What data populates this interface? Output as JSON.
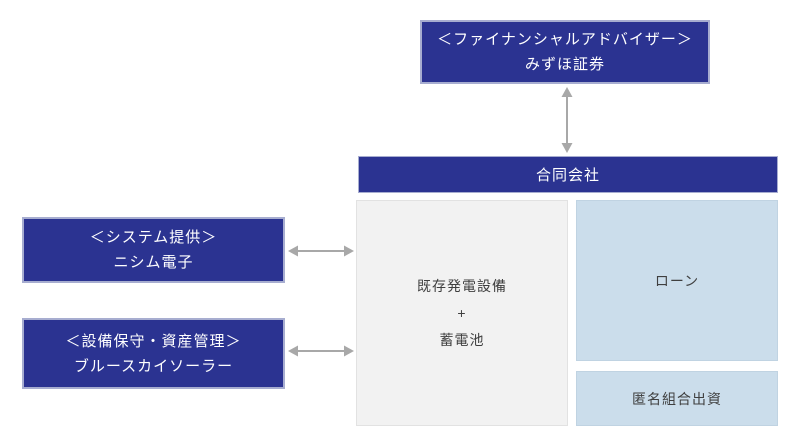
{
  "diagram": {
    "financial_advisor": {
      "role": "＜ファイナンシャルアドバイザー＞",
      "name": "みずほ証券"
    },
    "llc": {
      "label": "合同会社"
    },
    "assets": {
      "line1": "既存発電設備",
      "line2": "+",
      "line3": "蓄電池"
    },
    "loan": {
      "label": "ローン"
    },
    "silent_partnership": {
      "label": "匿名組合出資"
    },
    "system_provider": {
      "role": "＜システム提供＞",
      "name": "ニシム電子"
    },
    "maintenance": {
      "role": "＜設備保守・資産管理＞",
      "name": "ブルースカイソーラー"
    },
    "colors": {
      "navy": "#2B3391",
      "navy_border": "#A7ADD0",
      "light_blue": "#CBDDEB",
      "gray_box": "#F2F2F2",
      "arrow": "#A8A8A8",
      "dark_text": "#3F3F3F",
      "white_text": "#FFFFFF"
    }
  }
}
